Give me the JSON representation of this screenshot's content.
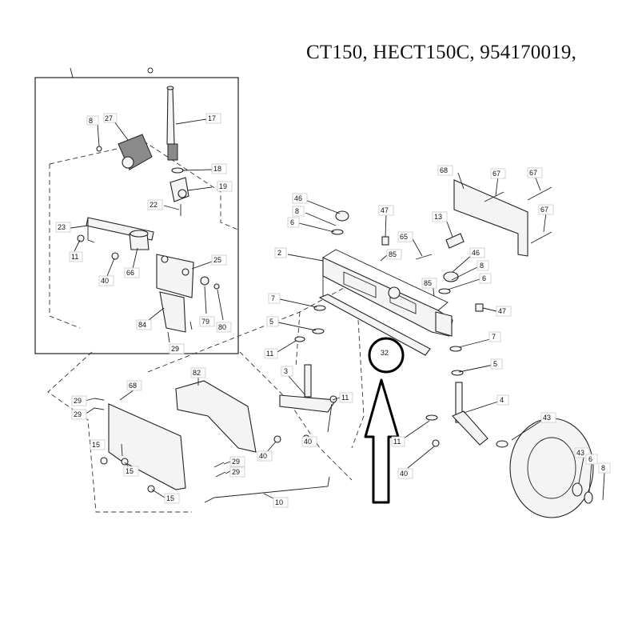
{
  "header": {
    "title": "CT150, HECT150C, 954170019,"
  },
  "diagram": {
    "callouts": {
      "p8a": "8",
      "p27": "27",
      "p17": "17",
      "p18": "18",
      "p19": "19",
      "p22": "22",
      "p23": "23",
      "p11a": "11",
      "p40a": "40",
      "p66": "66",
      "p25": "25",
      "p84": "84",
      "p79": "79",
      "p80": "80",
      "p29a": "29",
      "p68a": "68",
      "p67a": "67",
      "p67b": "67",
      "p67c": "67",
      "p46a": "46",
      "p8b": "8",
      "p6a": "6",
      "p47a": "47",
      "p13": "13",
      "p65": "65",
      "p85a": "85",
      "p2": "2",
      "p46b": "46",
      "p8c": "8",
      "p85b": "85",
      "p6b": "6",
      "p47b": "47",
      "p7a": "7",
      "p5a": "5",
      "p11b": "11",
      "p7b": "7",
      "p32": "32",
      "p5b": "5",
      "p3": "3",
      "p11c": "11",
      "p82": "82",
      "p4": "4",
      "p11d": "11",
      "p40b": "40",
      "p40c": "40",
      "p40d": "40",
      "p43a": "43",
      "p43b": "43",
      "p6c": "6",
      "p8d": "8",
      "p68b": "68",
      "p29b": "29",
      "p29c": "29",
      "p15a": "15",
      "p15b": "15",
      "p29d": "29",
      "p29e": "29",
      "p15c": "15",
      "p10": "10"
    }
  },
  "colors": {
    "ink": "#222222",
    "highlight": "#000000"
  }
}
